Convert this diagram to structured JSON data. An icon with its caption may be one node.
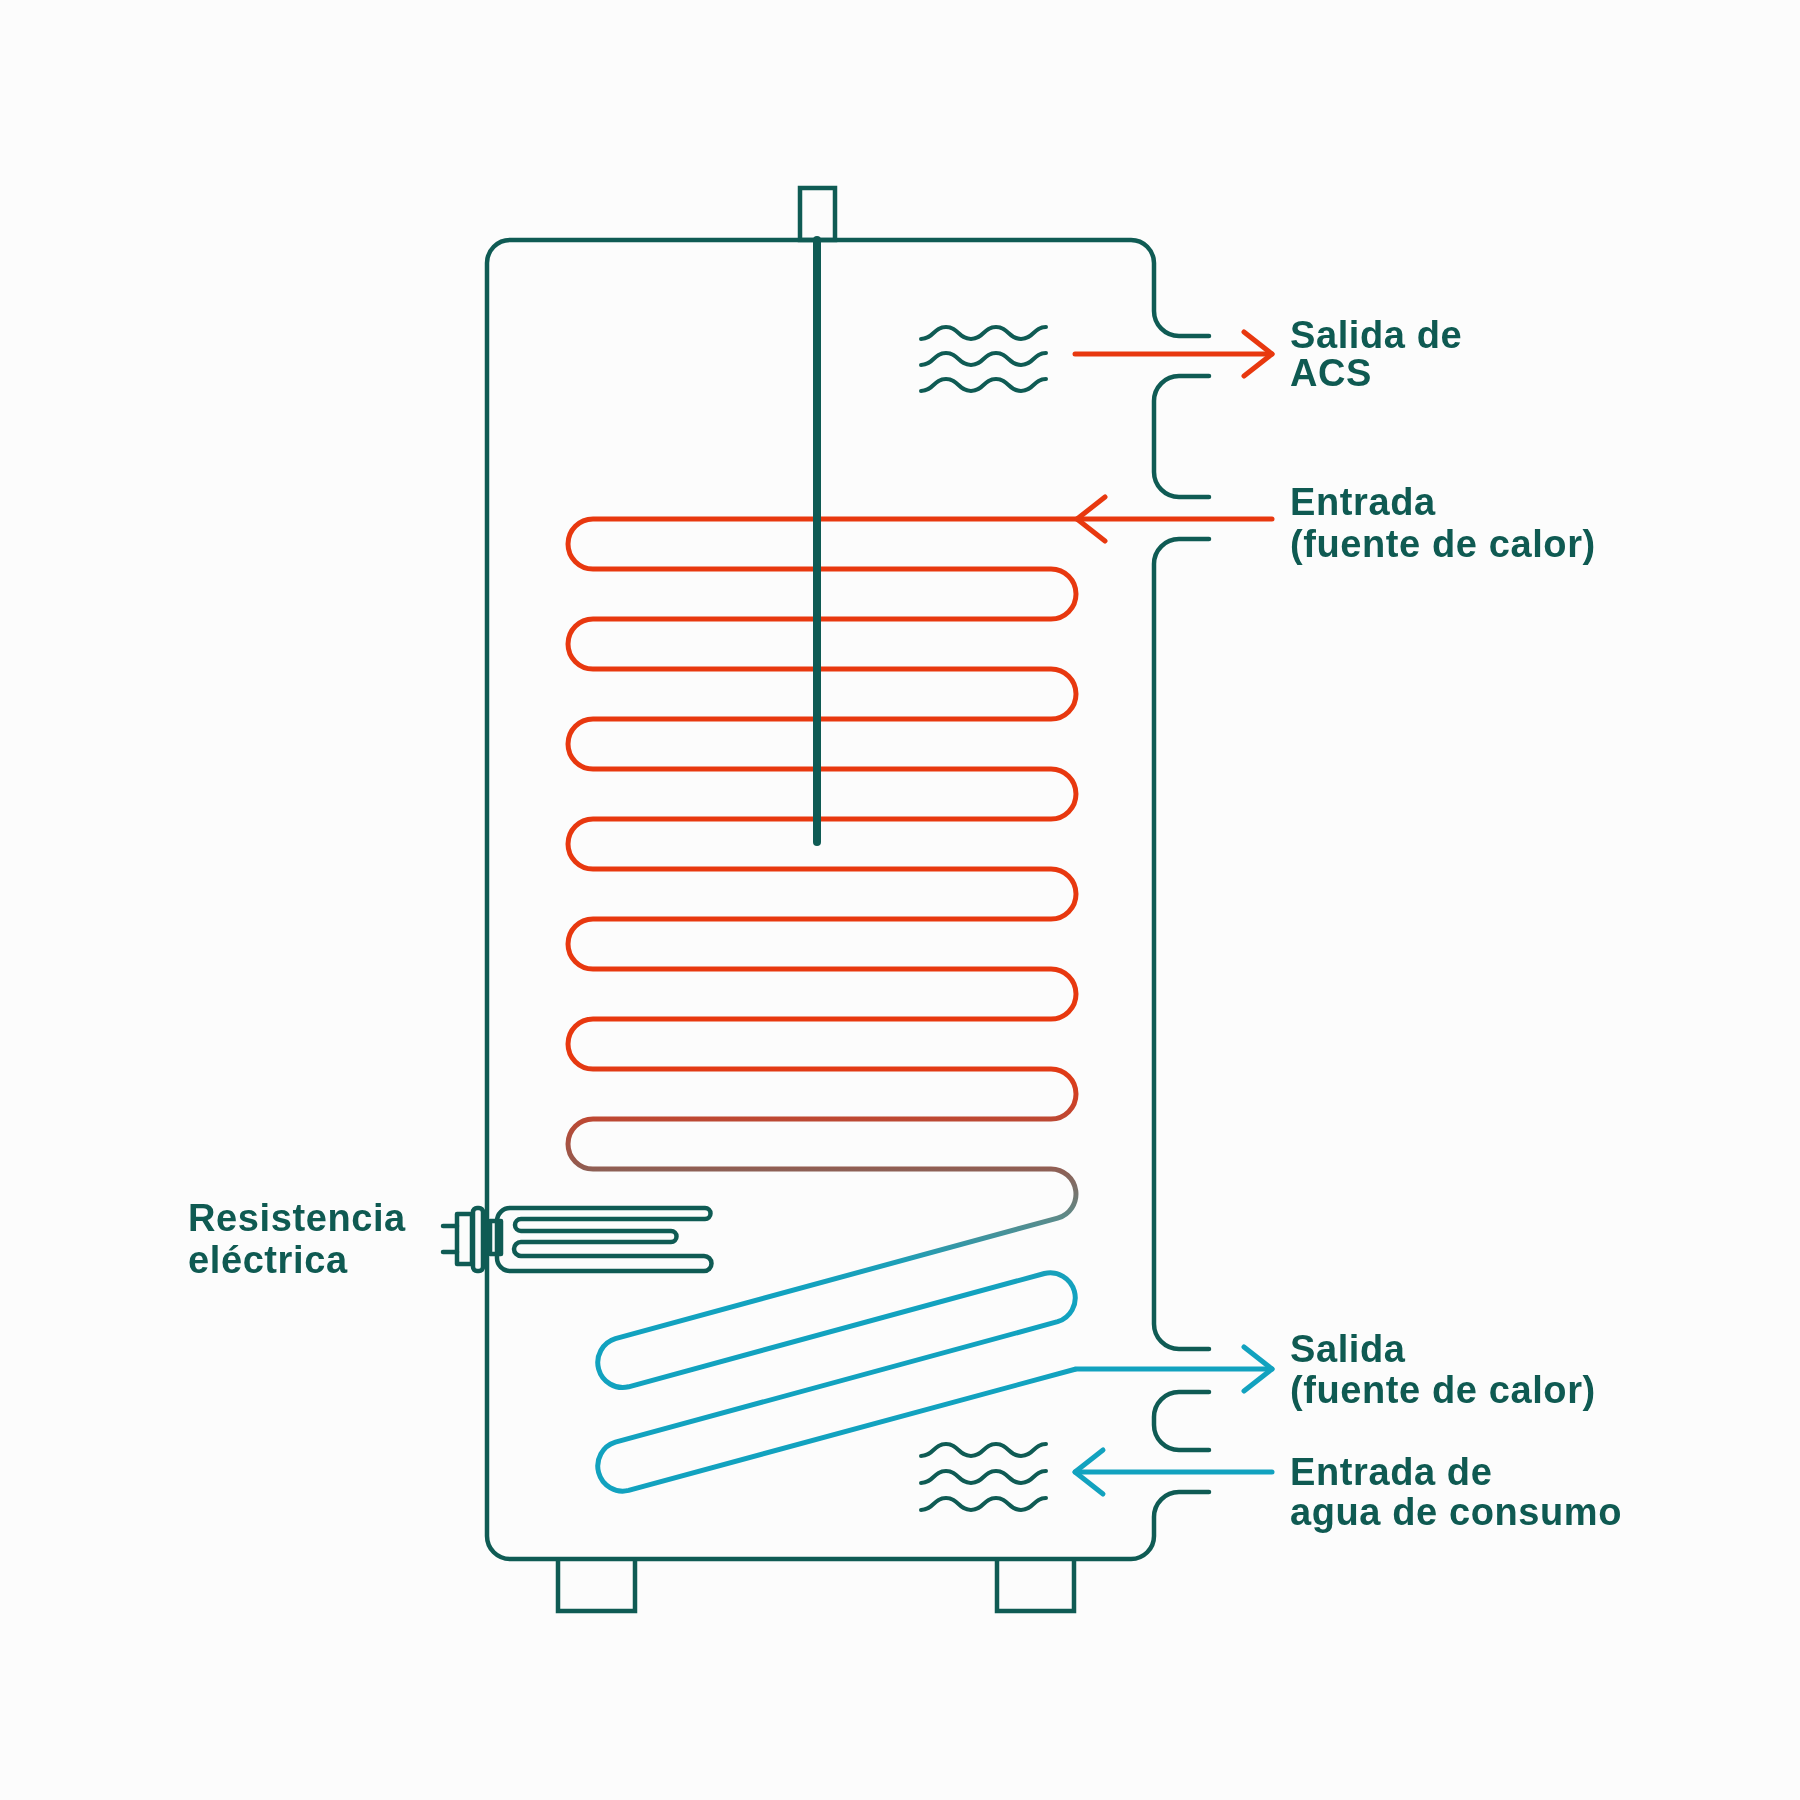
{
  "diagram": {
    "nodes": [
      {
        "text": [
          "Salida de ACS"
        ]
      },
      {
        "text": [
          "Entrada (fuente de calor)"
        ]
      },
      {
        "text": [
          "Salida (fuente de calor)"
        ]
      },
      {
        "text": [
          "Entrada de agua de consumo"
        ]
      },
      {
        "text": [],
        "shape": "picture"
      },
      {
        "text": [],
        "shape": "picture"
      }
    ],
    "edges": [
      {
        "from": 4,
        "to": 0,
        "arrow": "to",
        "color": "#e8380f"
      },
      {
        "from": 1,
        "to": null,
        "arrow": "to",
        "color": "#e8380f"
      },
      {
        "from": null,
        "to": 2,
        "arrow": "to",
        "color": "#12a2bf"
      },
      {
        "from": 3,
        "to": 5,
        "arrow": "to",
        "color": "#12a2bf"
      }
    ],
    "labels": [
      "Resistencia eléctrica"
    ]
  }
}
